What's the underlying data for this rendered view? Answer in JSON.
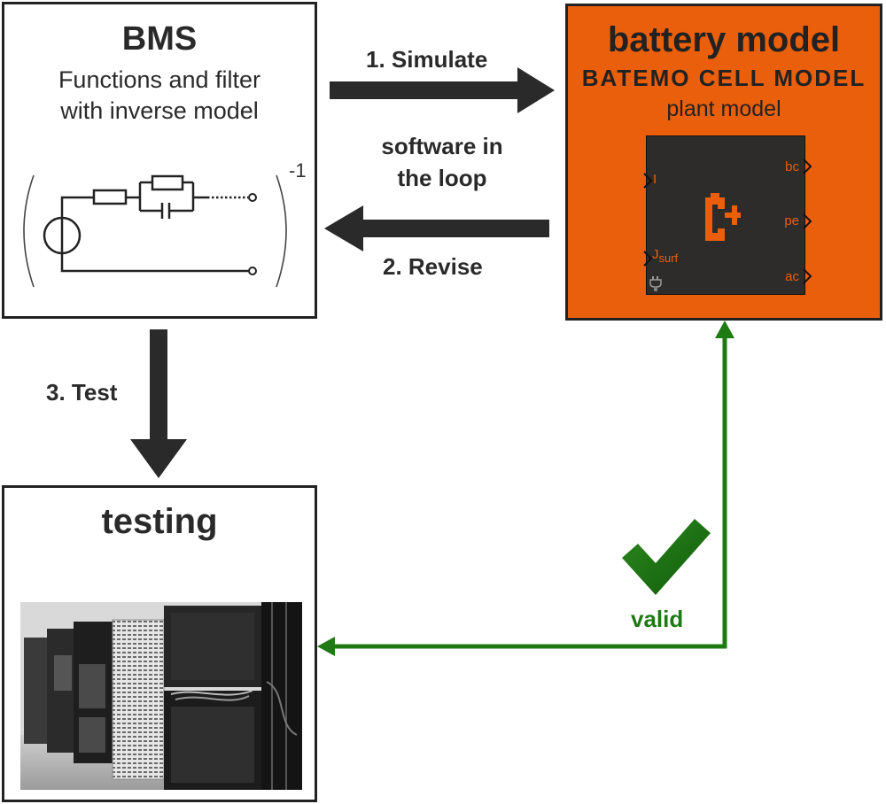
{
  "bms": {
    "title": "BMS",
    "subtitle_line1": "Functions and filter",
    "subtitle_line2": "with inverse model",
    "exponent": "-1"
  },
  "battery": {
    "title": "battery model",
    "brand": "BATEMO CELL MODEL",
    "subtitle": "plant model",
    "block": {
      "input_current": "I",
      "input_flux_main": "J",
      "input_flux_sub": "surf",
      "output_1": "bc",
      "output_2": "pe",
      "output_3": "ac"
    }
  },
  "arrows": {
    "simulate": "1. Simulate",
    "sil_line1": "software in",
    "sil_line2": "the loop",
    "revise": "2. Revise",
    "test": "3. Test",
    "valid": "valid"
  },
  "testing": {
    "title": "testing"
  },
  "colors": {
    "orange": "#ea5f0c",
    "dark": "#2a2a2a",
    "green": "#1e7a12",
    "block_bg": "#2d2c2a"
  }
}
